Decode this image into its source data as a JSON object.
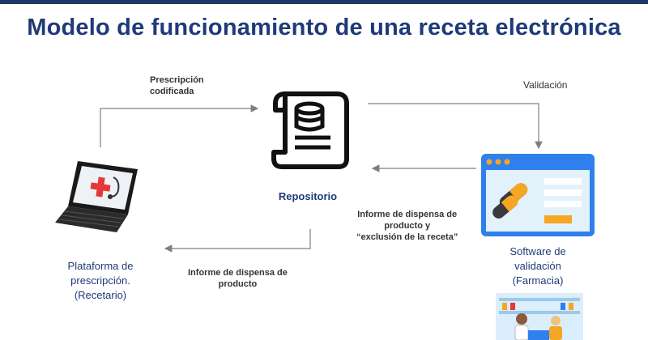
{
  "title": "Modelo de funcionamiento de una receta electrónica",
  "nodes": {
    "platform": {
      "label": "Plataforma de\nprescripción.\n(Recetario)",
      "icon": "laptop-medical-icon"
    },
    "repository": {
      "label": "Repositorio",
      "icon": "document-database-icon"
    },
    "software": {
      "label": "Software de\nvalidación\n(Farmacia)",
      "icon": "browser-pills-icon"
    }
  },
  "flows": {
    "prescription": "Prescripción\ncodificada",
    "validation": "Validación",
    "dispense_report_exclusion": "Informe de dispensa de\nproducto y\n“exclusión de la receta”",
    "dispense_report": "Informe de dispensa de\nproducto"
  },
  "colors": {
    "title": "#1f3a78",
    "arrow": "#7f7f7f",
    "browser_frame": "#2f80ed",
    "browser_body": "#e3f1fb",
    "pill_orange": "#f5a623",
    "medical_red": "#e53935"
  }
}
